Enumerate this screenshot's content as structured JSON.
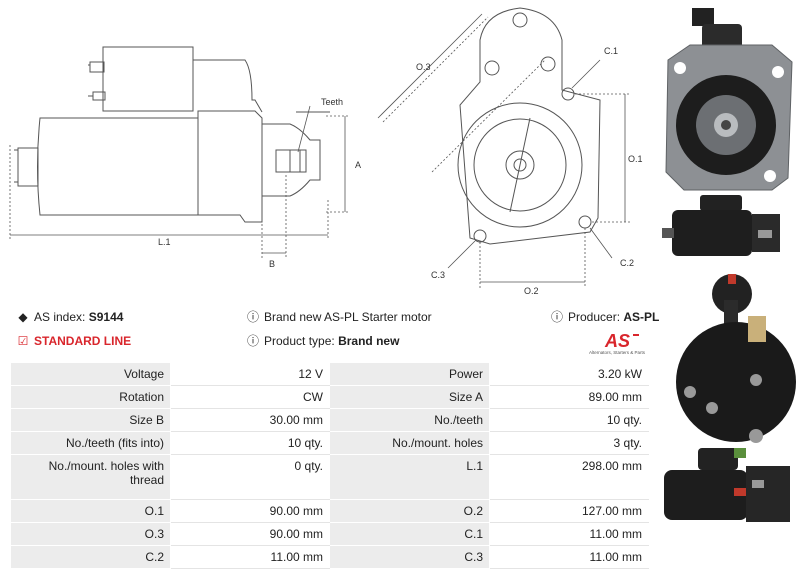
{
  "drawing": {
    "labels": {
      "teeth": "Teeth",
      "a": "A",
      "b": "B",
      "l1": "L.1",
      "o1": "O.1",
      "o2": "O.2",
      "o3": "O.3",
      "c1": "C.1",
      "c2": "C.2",
      "c3": "C.3"
    }
  },
  "info": {
    "as_index_label": "AS index:",
    "as_index_value": "S9144",
    "description": "Brand new AS-PL Starter motor",
    "producer_label": "Producer:",
    "producer_value": "AS-PL",
    "standard_line": "STANDARD LINE",
    "product_type_label": "Product type:",
    "product_type_value": "Brand new"
  },
  "logo": {
    "mark": "AS",
    "tagline": "Alternators, Starters & Parts"
  },
  "specs": [
    {
      "l1": "Voltage",
      "v1": "12 V",
      "l2": "Power",
      "v2": "3.20 kW"
    },
    {
      "l1": "Rotation",
      "v1": "CW",
      "l2": "Size A",
      "v2": "89.00 mm"
    },
    {
      "l1": "Size B",
      "v1": "30.00 mm",
      "l2": "No./teeth",
      "v2": "10 qty."
    },
    {
      "l1": "No./teeth (fits into)",
      "v1": "10 qty.",
      "l2": "No./mount. holes",
      "v2": "3 qty."
    },
    {
      "l1": "No./mount. holes with thread",
      "v1": "0 qty.",
      "l2": "L.1",
      "v2": "298.00 mm"
    },
    {
      "l1": "O.1",
      "v1": "90.00 mm",
      "l2": "O.2",
      "v2": "127.00 mm"
    },
    {
      "l1": "O.3",
      "v1": "90.00 mm",
      "l2": "C.1",
      "v2": "11.00 mm"
    },
    {
      "l1": "C.2",
      "v1": "11.00 mm",
      "l2": "C.3",
      "v2": "11.00 mm"
    }
  ]
}
